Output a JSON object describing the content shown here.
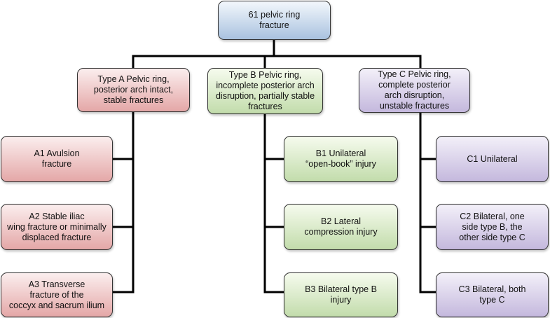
{
  "root": {
    "label": "61 pelvic ring\nfracture"
  },
  "types": [
    {
      "label": "Type A Pelvic ring,\nposterior arch intact,\nstable fractures",
      "children": [
        "A1 Avulsion\nfracture",
        "A2 Stable iliac\nwing fracture or minimally\ndisplaced fracture",
        "A3 Transverse\nfracture of the\ncoccyx and sacrum ilium"
      ]
    },
    {
      "label": "Type B Pelvic ring,\nincomplete posterior arch\ndisruption, partially stable\nfractures",
      "children": [
        "B1 Unilateral\n“open-book” injury",
        "B2 Lateral\ncompression injury",
        "B3 Bilateral type B\ninjury"
      ]
    },
    {
      "label": "Type C Pelvic ring,\ncomplete posterior\narch disruption,\nunstable fractures",
      "children": [
        "C1 Unilateral",
        "C2 Bilateral, one\nside type B, the\nother side type C",
        "C3 Bilateral, both\ntype C"
      ]
    }
  ],
  "colors": {
    "connector": "#000000",
    "root": "#a9c2df",
    "type_a": "#e4a7a7",
    "type_b": "#c2dcab",
    "type_c": "#c4b8dd"
  }
}
